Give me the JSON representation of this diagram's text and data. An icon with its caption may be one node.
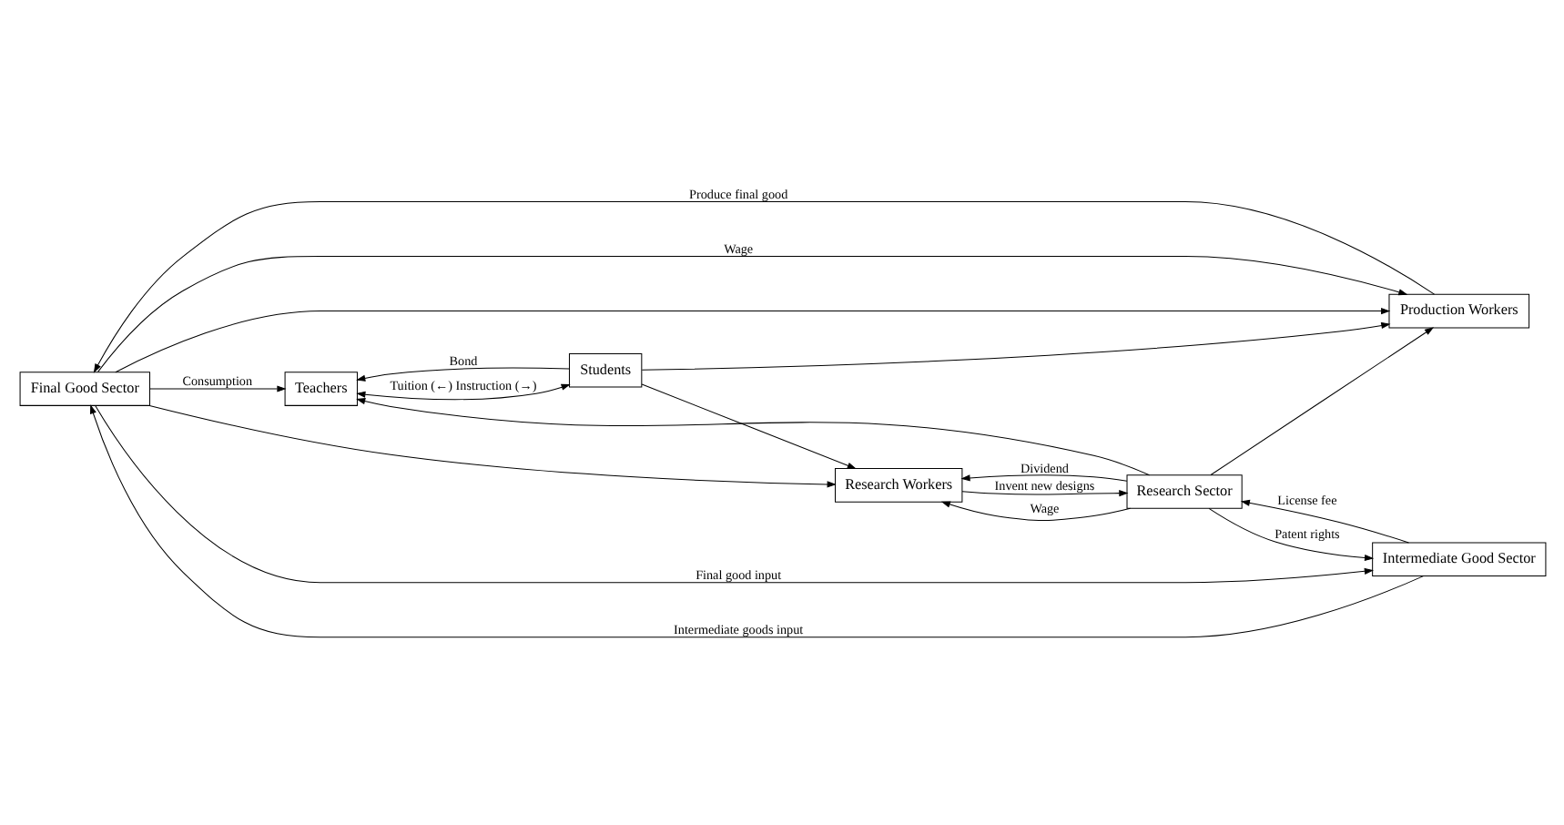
{
  "diagram": {
    "nodes": [
      {
        "text": [
          "Final Good Sector"
        ]
      },
      {
        "text": [
          "Production Workers"
        ]
      },
      {
        "text": [
          "Teachers"
        ]
      },
      {
        "text": [
          "Research Workers"
        ]
      },
      {
        "text": [
          "Students"
        ]
      },
      {
        "text": [
          "Intermediate Good Sector"
        ]
      },
      {
        "text": [
          "Research Sector"
        ]
      }
    ],
    "edges": [
      {
        "from": 0,
        "to": 1,
        "arrow": "to",
        "label": "Wage"
      },
      {
        "from": 1,
        "to": 0,
        "arrow": "to",
        "label": "Produce final good"
      },
      {
        "from": 0,
        "to": 1,
        "arrow": "to"
      },
      {
        "from": 0,
        "to": 2,
        "arrow": "to",
        "label": "Consumption"
      },
      {
        "from": 0,
        "to": 3,
        "arrow": "to"
      },
      {
        "from": 0,
        "to": 5,
        "arrow": "to",
        "label": "Final good input"
      },
      {
        "from": 5,
        "to": 0,
        "arrow": "to",
        "label": "Intermediate goods input"
      },
      {
        "from": 5,
        "to": 6,
        "arrow": "to",
        "label": "License fee"
      },
      {
        "from": 6,
        "to": 5,
        "arrow": "to",
        "label": "Patent rights"
      },
      {
        "from": 3,
        "to": 6,
        "arrow": "to",
        "label": "Invent new designs"
      },
      {
        "from": 6,
        "to": 3,
        "arrow": "to",
        "label": "Wage"
      },
      {
        "from": 6,
        "to": 1,
        "arrow": "to"
      },
      {
        "from": 6,
        "to": 2,
        "arrow": "to"
      },
      {
        "from": 6,
        "to": 3,
        "arrow": "to",
        "label": "Dividend"
      },
      {
        "from": 4,
        "to": 1,
        "arrow": "to"
      },
      {
        "from": 4,
        "to": 2,
        "arrow": "to",
        "label": "Bond"
      },
      {
        "from": 4,
        "to": 3,
        "arrow": "to"
      },
      {
        "from": 2,
        "to": 4,
        "arrow": "both",
        "label": "Tuition (←) Instruction (→)"
      }
    ]
  }
}
